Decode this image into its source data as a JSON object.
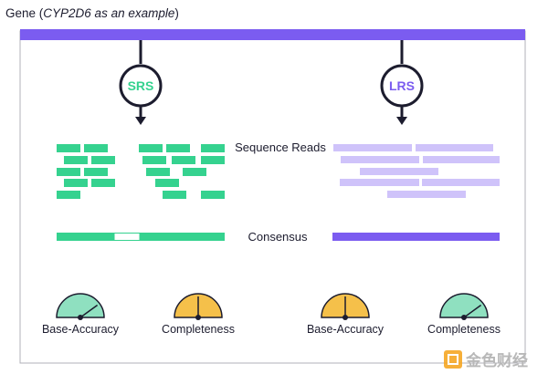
{
  "title": {
    "gene": "Gene (",
    "example": "CYP2D6 as an example",
    "close": ")"
  },
  "srs": {
    "label": "SRS"
  },
  "lrs": {
    "label": "LRS"
  },
  "labels": {
    "sequence_reads": "Sequence Reads",
    "consensus": "Consensus"
  },
  "gauges": [
    {
      "label": "Base-Accuracy",
      "level": 0.8,
      "color": "#8fe0c0"
    },
    {
      "label": "Completeness",
      "level": 0.5,
      "color": "#f5c04a"
    },
    {
      "label": "Base-Accuracy",
      "level": 0.5,
      "color": "#f5c04a"
    },
    {
      "label": "Completeness",
      "level": 0.8,
      "color": "#8fe0c0"
    }
  ],
  "watermark": {
    "text": "金色财经"
  },
  "colors": {
    "purple": "#7b5cf0",
    "light_purple": "#cfc3fa",
    "green": "#35d28f",
    "dark": "#1c1c2e",
    "border": "#b0b0b8"
  }
}
